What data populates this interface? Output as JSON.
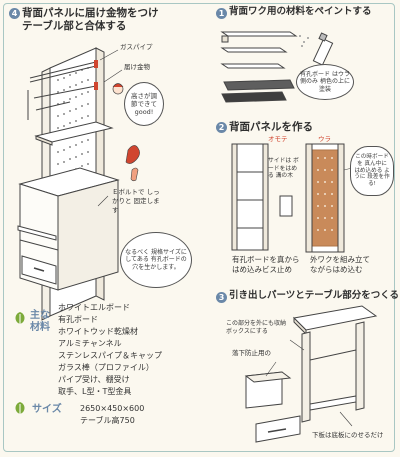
{
  "step4": {
    "number": "4",
    "title_line1": "背面パネルに届け金物をつけ",
    "title_line2": "テーブル部と合体する",
    "label_gas_pipe": "ガスパイプ",
    "label_fitting": "届け金物",
    "bubble_adjust": "高さが調節できてgood!",
    "label_bolt": "Ｅボルトで しっかりと 固定します",
    "bubble_hole": "なるべく 規格サイズにしてある 有孔ボードの 穴を生かします。"
  },
  "step1": {
    "number": "1",
    "title": "背面ワク用の材料をペイントする",
    "bubble": "有孔ボード はウラ側のみ 柄色の上に塗装"
  },
  "step2": {
    "number": "2",
    "title": "背面パネルを作る",
    "label_front": "オモテ",
    "label_back": "ウラ",
    "label_side": "サイドは ボードをはめる 溝の木",
    "bubble": "この時ボードを 真ん中に はめ込める ように 段差を作る!",
    "caption_left_line1": "有孔ボードを真から",
    "caption_left_line2": "はめ込みビス止め",
    "caption_right_line1": "外ワクを組み立て",
    "caption_right_line2": "ながらはめ込む"
  },
  "step3": {
    "number": "3",
    "title": "引き出しパーツとテーブル部分をつくる",
    "label_drawer_note": "この部分を外にも収納ボックスにする",
    "label_drawer": "落下防止用の",
    "label_bottom": "下板は底板にのせるだけ"
  },
  "materials": {
    "heading": "主な材料",
    "items": [
      "ホワイトエルボード",
      "有孔ボード",
      "ホワイトウッド乾燥材",
      "アルミチャンネル",
      "ステンレスパイプ＆キャップ",
      "ガラス棒（プロファイル）",
      "パイプ受け、棚受け",
      "取手、L型・T型金具"
    ]
  },
  "size": {
    "heading": "サイズ",
    "line1": "2650×450×600",
    "line2": "テーブル高750"
  },
  "colors": {
    "accent": "#6a88a8",
    "wood": "#c98a5a",
    "leaf": "#7caa3a",
    "outline": "#444444"
  }
}
